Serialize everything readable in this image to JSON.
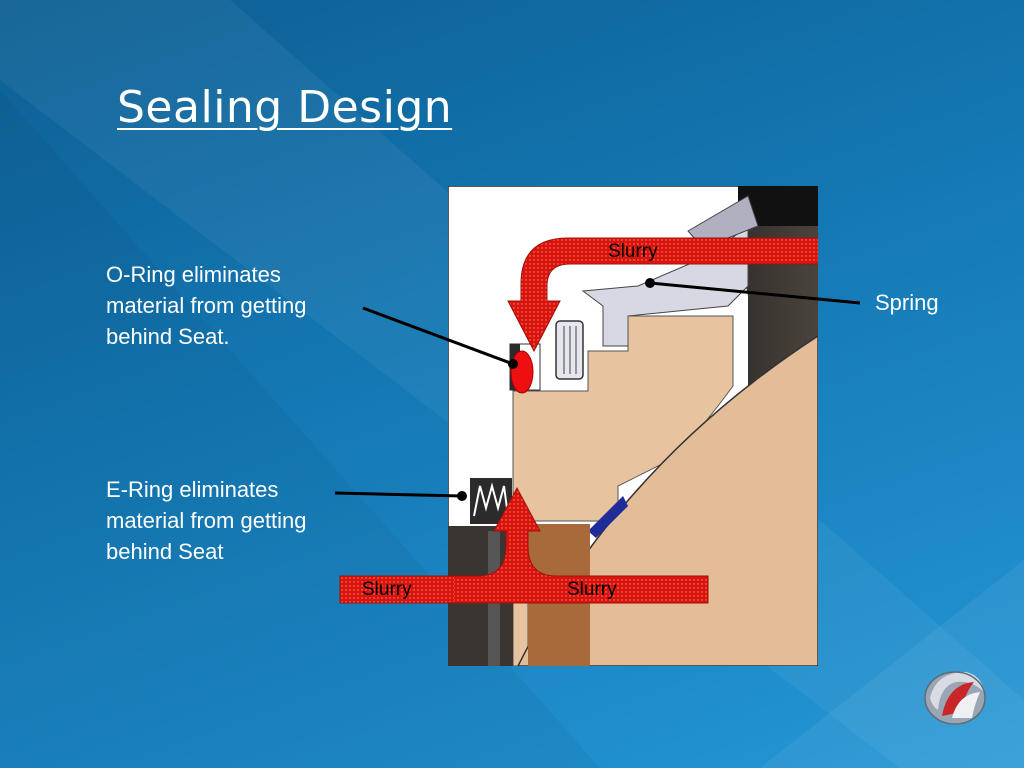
{
  "slide": {
    "title": "Sealing Design"
  },
  "notes": {
    "oring": [
      "O-Ring eliminates",
      "material from getting",
      "behind Seat."
    ],
    "ering": [
      "E-Ring eliminates",
      "material from getting",
      "behind Seat"
    ],
    "spring": "Spring"
  },
  "diagram": {
    "slurry_labels": [
      "Slurry",
      "Slurry",
      "Slurry"
    ]
  },
  "colors": {
    "background": "#1478b4",
    "slurry_arrow": "#d8140c",
    "seat": "#e8c3a0",
    "body": "#3a3530"
  },
  "icons": {
    "logo": "valve-logo-icon"
  }
}
